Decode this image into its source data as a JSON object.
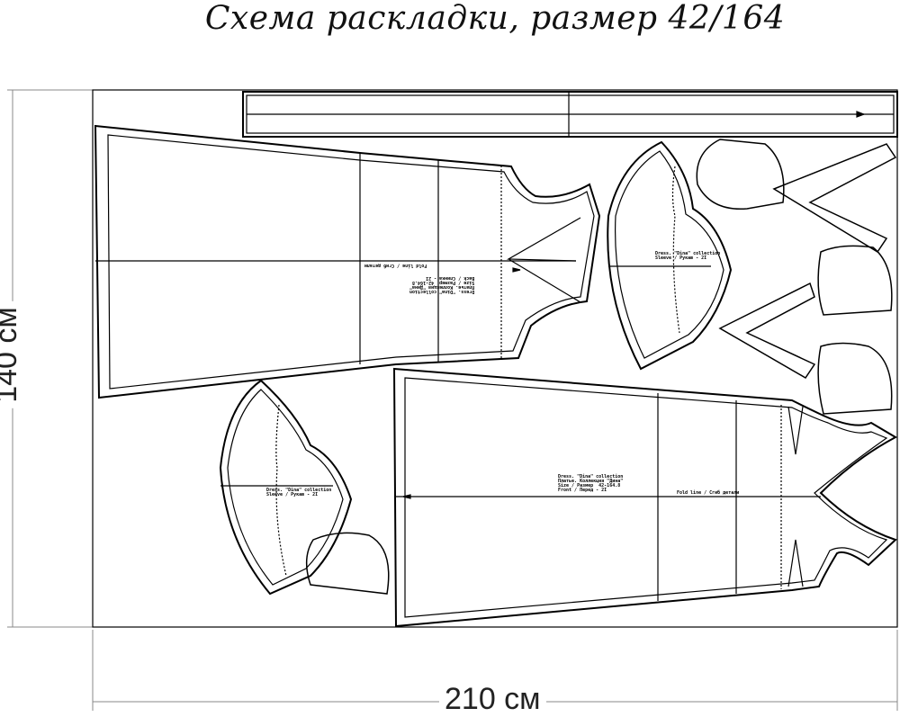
{
  "title": "Схема раскладки, размер 42/164",
  "dimensions": {
    "width_label": "210 см",
    "height_label": "140 см"
  },
  "pieces": {
    "front": {
      "line1": "Dress. \"Dina\" collection",
      "line2": "Платье. Коллекция \"Дина\"",
      "line3": "Size / Размер  42-164.8",
      "line4": "Front / Перед - 2I",
      "fold": "Fold line / Сгиб детали"
    },
    "back": {
      "line1": "Dress. \"Dina\" collection",
      "line2": "Платье. Коллекция \"Дина\"",
      "line3": "Size / Размер  42-164.8",
      "line4": "Back / Спинка - 2I",
      "fold": "Fold line / Сгиб детали"
    },
    "sleeve": {
      "line1": "Dress. \"Dina\" collection",
      "line2": "Sleeve / Рукав - 2I"
    }
  }
}
